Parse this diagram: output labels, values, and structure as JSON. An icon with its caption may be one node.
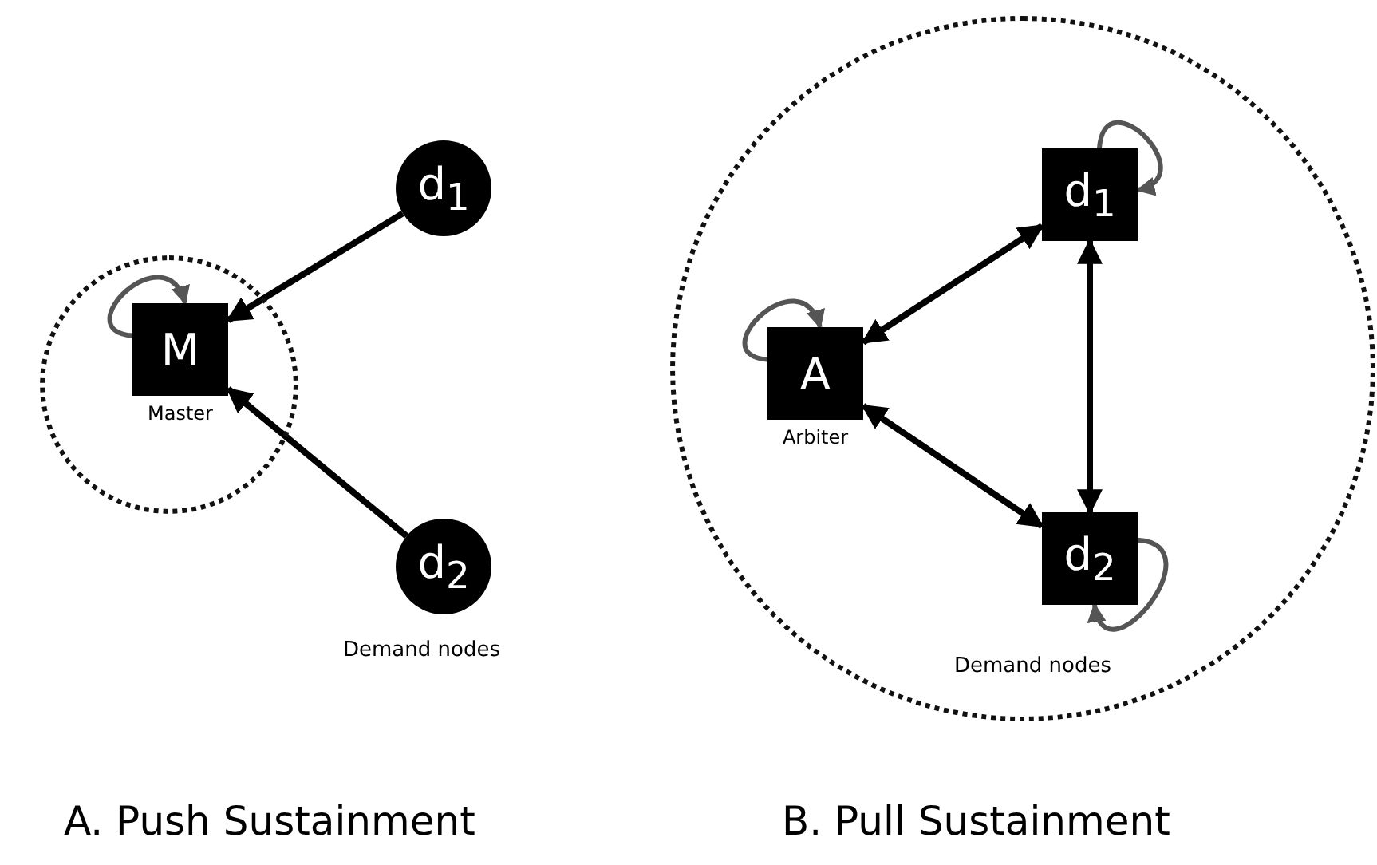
{
  "diagram": {
    "nodes": [
      {
        "text": [],
        "shape": "circle"
      },
      {
        "text": [
          "M"
        ],
        "in": 0,
        "beside": [
          "Master"
        ]
      },
      {
        "text": [
          "d$_{1}$"
        ]
      },
      {
        "text": [
          "d$_{2}$"
        ]
      },
      {
        "text": [],
        "shape": "circle"
      },
      {
        "text": [
          "A"
        ],
        "in": 4,
        "beside": [
          "Arbiter"
        ]
      },
      {
        "text": [
          "d$_{1}$"
        ],
        "in": 4
      },
      {
        "text": [
          "d$_{2}$"
        ],
        "in": 4
      }
    ],
    "edges": [
      {
        "from": 1,
        "to": 1,
        "arrow": "to",
        "color": "#555555"
      },
      {
        "from": 2,
        "to": 1,
        "arrow": "to"
      },
      {
        "from": 3,
        "to": 1,
        "arrow": "to"
      },
      {
        "from": 6,
        "to": 6,
        "arrow": "to",
        "color": "#555555"
      },
      {
        "from": 5,
        "to": 5,
        "arrow": "to",
        "color": "#555555"
      },
      {
        "from": 5,
        "to": 6,
        "arrow": "both"
      },
      {
        "from": 6,
        "to": 7,
        "arrow": "both"
      },
      {
        "from": 5,
        "to": 7,
        "arrow": "both"
      },
      {
        "from": 7,
        "to": 7,
        "arrow": "to",
        "color": "#555555"
      }
    ],
    "labels": [
      "Demand nodes",
      "Demand nodes",
      "A. Push Sustainment",
      "B. Pull Sustainment"
    ]
  }
}
